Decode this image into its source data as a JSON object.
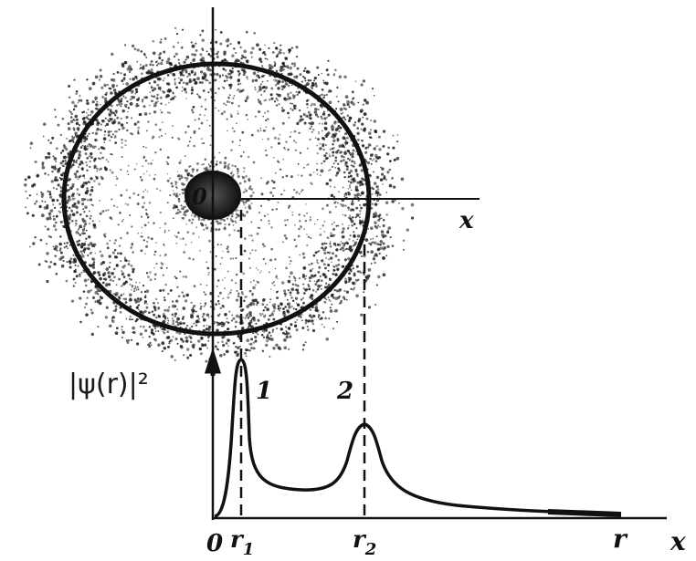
{
  "labels": {
    "center": "0",
    "x_axis_top": "x",
    "y_axis_label": "|ψ(r)|²",
    "peak_1": "1",
    "peak_2": "2",
    "origin": "0",
    "r1": "r",
    "r1_sub": "1",
    "r2": "r",
    "r2_sub": "2",
    "r_axis": "r",
    "x_axis_bottom": "x"
  },
  "colors": {
    "ink": "#111111",
    "paper": "#ffffff"
  }
}
